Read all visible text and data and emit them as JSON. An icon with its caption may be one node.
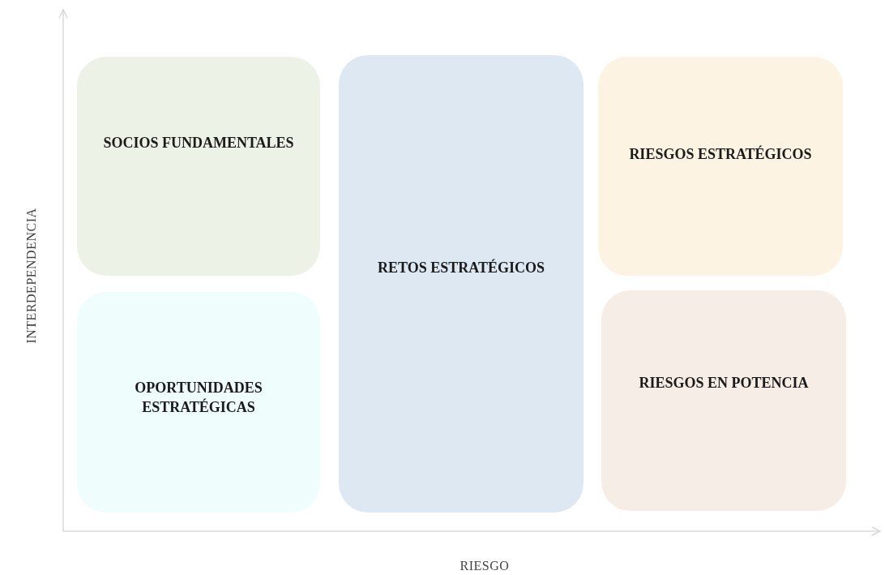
{
  "diagram": {
    "nodes": [
      {
        "text": [
          "SOCIOS FUNDAMENTALES"
        ]
      },
      {
        "text": [
          "RETOS ESTRATÉGICOS"
        ]
      },
      {
        "text": [
          "RIESGOS ESTRATÉGICOS"
        ]
      },
      {
        "text": [
          "OPORTUNIDADES ESTRATÉGICAS"
        ]
      },
      {
        "text": [
          "RIESGOS EN POTENCIA"
        ]
      }
    ],
    "labels": [
      "INTERDEPENDENCIA",
      "RIESGO"
    ]
  }
}
